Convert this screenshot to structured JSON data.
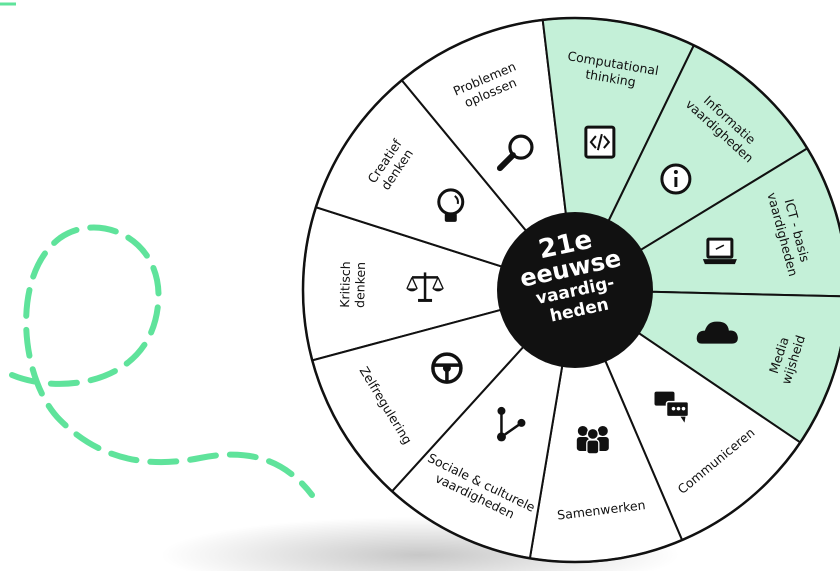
{
  "center": {
    "lines": [
      "21e",
      "eeuwse",
      "vaardig-",
      "heden"
    ]
  },
  "colors": {
    "highlight": "#c4f0d8",
    "plain": "#ffffff",
    "outline": "#111111",
    "center": "#111111",
    "decor": "#5fe39b"
  },
  "segments": [
    {
      "id": "kritisch-denken",
      "label": [
        "Kritisch",
        "denken"
      ],
      "icon": "scales-icon",
      "highlight": false
    },
    {
      "id": "creatief-denken",
      "label": [
        "Creatief",
        "denken"
      ],
      "icon": "lightbulb-icon",
      "highlight": false
    },
    {
      "id": "problemen-oplossen",
      "label": [
        "Problemen",
        "oplossen"
      ],
      "icon": "magnifier-icon",
      "highlight": false
    },
    {
      "id": "computational-thinking",
      "label": [
        "Computational",
        "thinking"
      ],
      "icon": "code-device-icon",
      "highlight": true
    },
    {
      "id": "informatie-vaardigheden",
      "label": [
        "Informatie",
        "vaardigheden"
      ],
      "icon": "info-icon",
      "highlight": true
    },
    {
      "id": "ict-basis-vaardigheden",
      "label": [
        "ICT - basis",
        "vaardigheden"
      ],
      "icon": "laptop-icon",
      "highlight": true
    },
    {
      "id": "media-wijsheid",
      "label": [
        "Media",
        "wijsheid"
      ],
      "icon": "cloud-icon",
      "highlight": true
    },
    {
      "id": "communiceren",
      "label": [
        "Communiceren"
      ],
      "icon": "chat-bubbles-icon",
      "highlight": false
    },
    {
      "id": "samenwerken",
      "label": [
        "Samenwerken"
      ],
      "icon": "people-icon",
      "highlight": false
    },
    {
      "id": "sociale-culturele-vaardigheden",
      "label": [
        "Sociale & culturele",
        "vaardigheden"
      ],
      "icon": "network-icon",
      "highlight": false
    },
    {
      "id": "zelfregulering",
      "label": [
        "Zelfregulering"
      ],
      "icon": "steering-wheel-icon",
      "highlight": false
    }
  ]
}
